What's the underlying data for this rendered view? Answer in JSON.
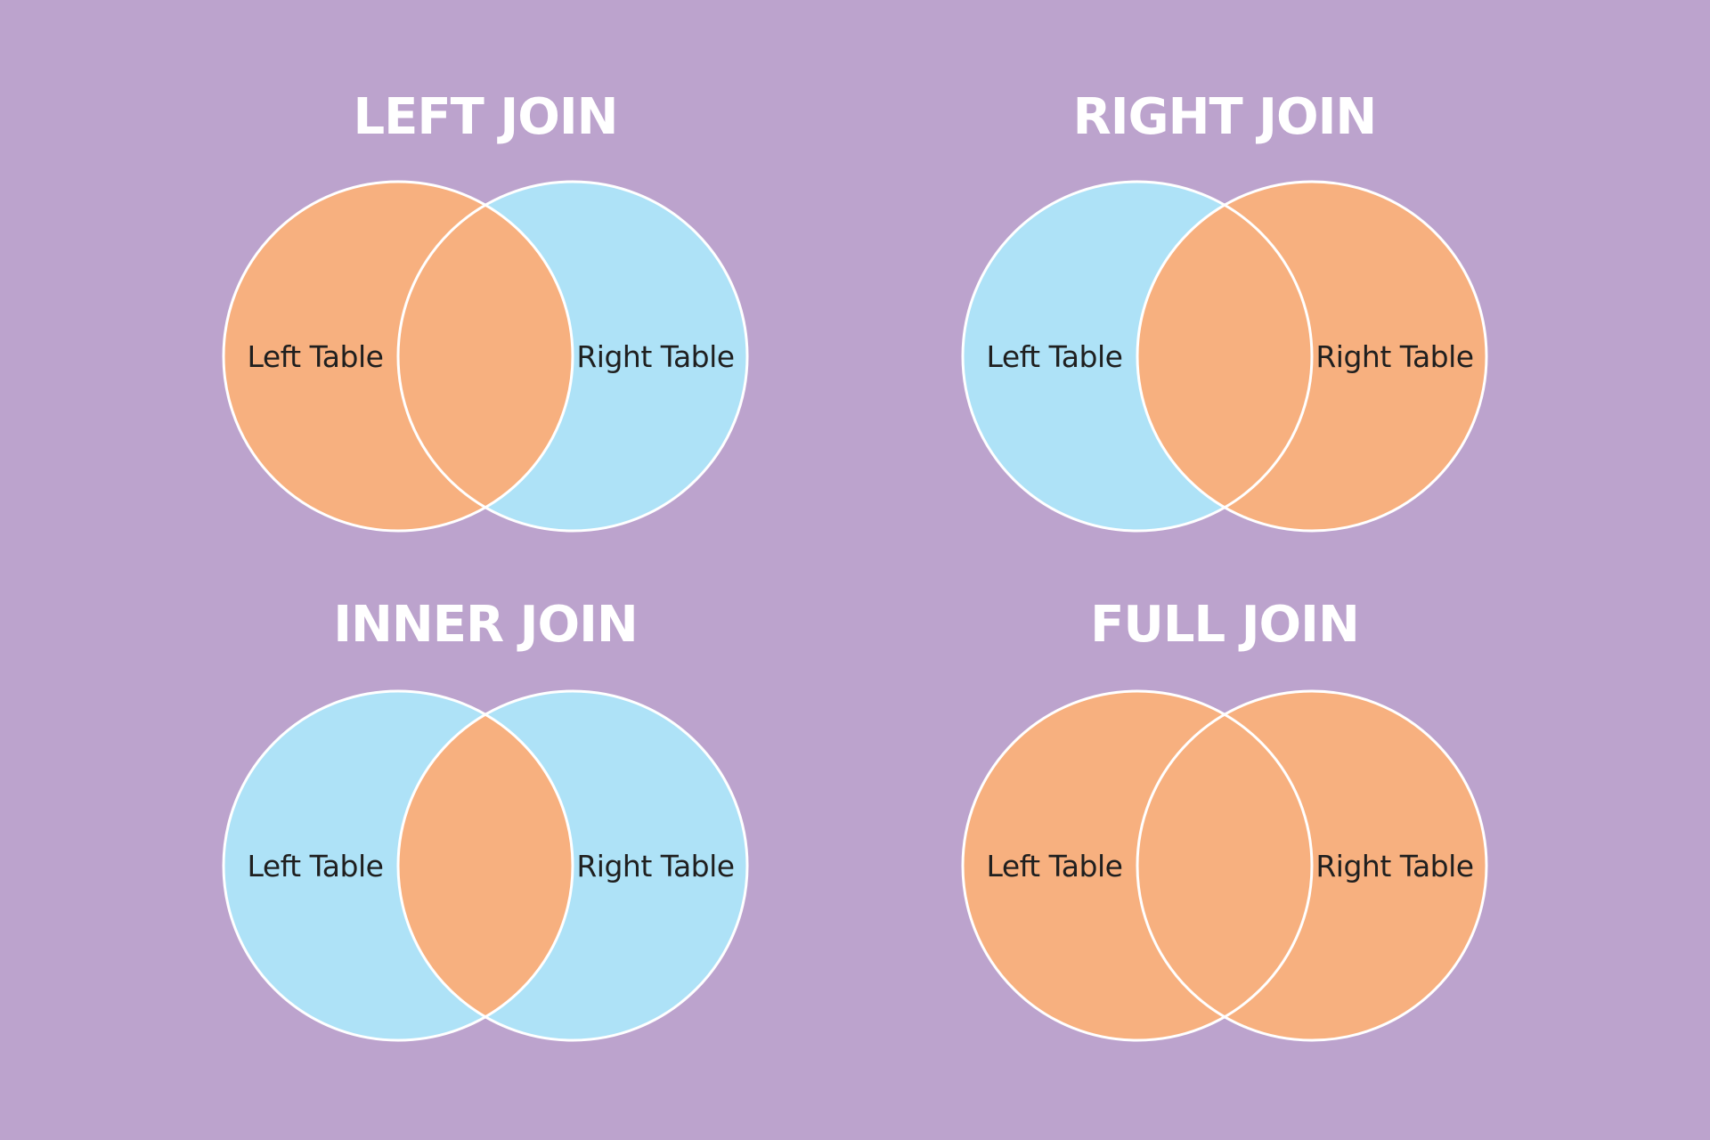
{
  "colors": {
    "background": "#bca3cd",
    "included": "#f7b07f",
    "excluded": "#aee2f7",
    "outline": "#ffffff",
    "title_text": "#ffffff",
    "label_text": "#1f1f1f"
  },
  "diagrams": [
    {
      "id": "left-join",
      "title": "LEFT JOIN",
      "left_label": "Left Table",
      "right_label": "Right Table",
      "left_only_included": true,
      "intersection_included": true,
      "right_only_included": false
    },
    {
      "id": "right-join",
      "title": "RIGHT JOIN",
      "left_label": "Left Table",
      "right_label": "Right Table",
      "left_only_included": false,
      "intersection_included": true,
      "right_only_included": true
    },
    {
      "id": "inner-join",
      "title": "INNER JOIN",
      "left_label": "Left Table",
      "right_label": "Right Table",
      "left_only_included": false,
      "intersection_included": true,
      "right_only_included": false
    },
    {
      "id": "full-join",
      "title": "FULL JOIN",
      "left_label": "Left Table",
      "right_label": "Right Table",
      "left_only_included": true,
      "intersection_included": true,
      "right_only_included": true
    }
  ]
}
